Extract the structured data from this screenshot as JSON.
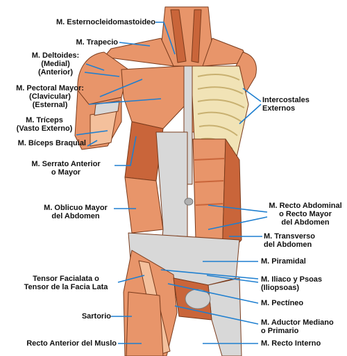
{
  "colors": {
    "muscle": "#e8956a",
    "muscle_dark": "#c9653a",
    "muscle_light": "#f4c09c",
    "tendon": "#d8d8d8",
    "bone": "#f1e3b6",
    "bone_dark": "#d8c48a",
    "skin_outline": "#7a3b1c",
    "leader": "#1e7fd0",
    "label_text": "#111111"
  },
  "labels": {
    "esternocleido": "M. Esternocleidomastoideo",
    "trapecio": "M. Trapecio",
    "deltoides": [
      "M. Deltoides:",
      "(Medial)",
      "(Anterior)"
    ],
    "pectoral": [
      "M. Pectoral Mayor:",
      "(Clavicular)",
      "(Esternal)"
    ],
    "triceps": [
      "M. Tríceps",
      "(Vasto Externo)"
    ],
    "biceps": "M. Bíceps Braquial",
    "serrato": [
      "M. Serrato Anterior",
      "o Mayor"
    ],
    "oblicuo": [
      "M. Oblicuo Mayor",
      "del Abdomen"
    ],
    "tensor": [
      "Tensor Facialata o",
      "Tensor de la Facia Lata"
    ],
    "sartorio": "Sartorio",
    "recto_muslo": "Recto Anterior del Muslo",
    "intercostales": [
      "Intercostales",
      "Externos"
    ],
    "recto_abdominal": [
      "M. Recto Abdominal",
      "o Recto Mayor",
      "del Abdomen"
    ],
    "transverso": [
      "M. Transverso",
      "del Abdomen"
    ],
    "piramidal": "M. Piramidal",
    "iliaco": [
      "M. Iliaco y Psoas",
      "(Iliopsoas)"
    ],
    "pectineo": "M. Pectíneo",
    "aductor": [
      "M. Aductor Mediano",
      "o Primario"
    ],
    "recto_interno": "M. Recto Interno"
  }
}
